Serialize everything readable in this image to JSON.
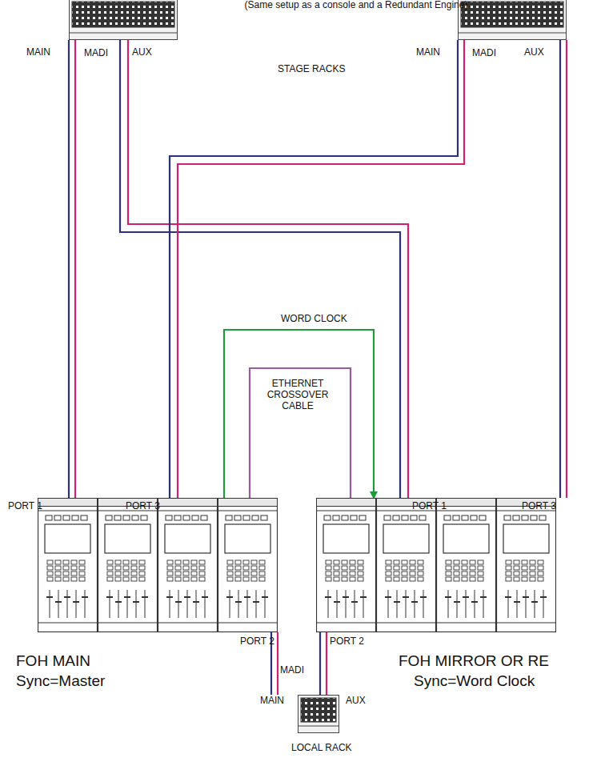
{
  "diagram": {
    "nodes": [
      {
        "text": [
          "MAIN",
          "MADI",
          "AUX"
        ]
      },
      {
        "text": [
          "MAIN",
          "MADI",
          "AUX"
        ]
      },
      {
        "text": [
          "FOH MAIN",
          "Sync=Master"
        ]
      },
      {
        "text": [
          "FOH MIRROR OR RE",
          "Sync=Word Clock"
        ]
      },
      {
        "text": [
          "LOCAL RACK"
        ]
      }
    ],
    "edges": [
      {
        "from": 0,
        "to": 2,
        "arrow": "none"
      },
      {
        "from": 0,
        "to": 3,
        "arrow": "none"
      },
      {
        "from": 1,
        "to": 2,
        "arrow": "none"
      },
      {
        "from": 1,
        "to": 3,
        "arrow": "none"
      },
      {
        "from": 2,
        "to": 4,
        "arrow": "none"
      },
      {
        "from": 3,
        "to": 4,
        "arrow": "none"
      },
      {
        "from": 2,
        "to": 3,
        "label": "WORD CLOCK",
        "arrow": "to"
      },
      {
        "from": 2,
        "to": 3,
        "label": "ETHERNET CROSSOVER CABLE",
        "arrow": "none"
      }
    ],
    "labels": [
      "(Same setup as a console and a Redundant Engine)",
      "STAGE RACKS",
      "PORT 1",
      "PORT 3",
      "PORT 1",
      "PORT 3",
      "PORT 2",
      "PORT 2",
      "MADI",
      "MAIN",
      "AUX"
    ]
  }
}
